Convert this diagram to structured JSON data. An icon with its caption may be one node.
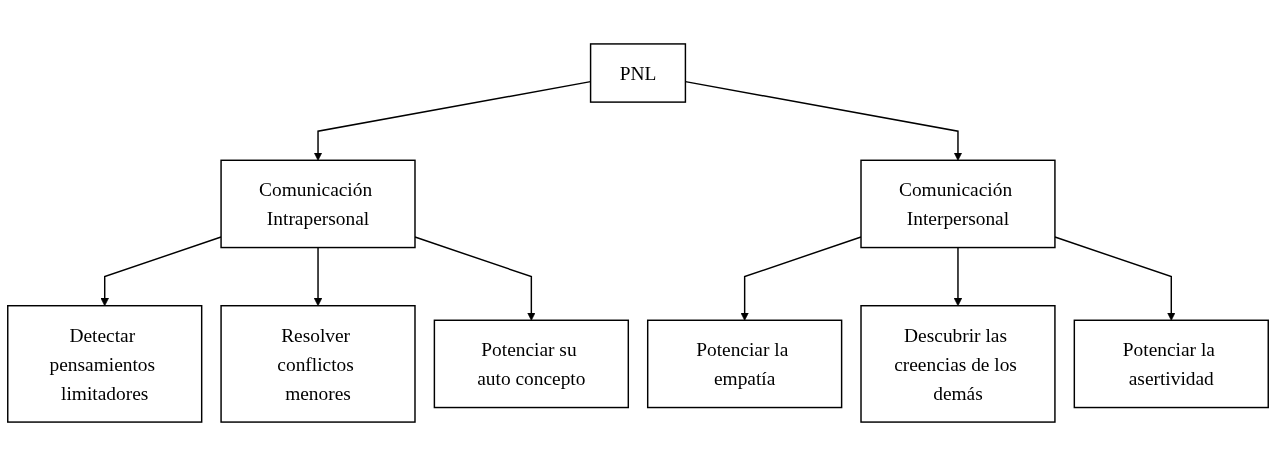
{
  "diagram": {
    "nodes": [
      {
        "text": [
          "PNL"
        ]
      },
      {
        "text": [
          "Comunicación Intrapersonal"
        ]
      },
      {
        "text": [
          "Comunicación Interpersonal"
        ]
      },
      {
        "text": [
          "Detectar pensamientos limitadores"
        ]
      },
      {
        "text": [
          "Resolver conflictos menores"
        ]
      },
      {
        "text": [
          "Potenciar su auto concepto"
        ]
      },
      {
        "text": [
          "Potenciar la empatía"
        ]
      },
      {
        "text": [
          "Descubrir las creencias de los demás"
        ]
      },
      {
        "text": [
          "Potenciar la asertividad"
        ]
      }
    ],
    "edges": [
      {
        "from": 0,
        "to": 1,
        "arrow": "to"
      },
      {
        "from": 0,
        "to": 2,
        "arrow": "to"
      },
      {
        "from": 1,
        "to": 3,
        "arrow": "to"
      },
      {
        "from": 1,
        "to": 4,
        "arrow": "to"
      },
      {
        "from": 1,
        "to": 5,
        "arrow": "to"
      },
      {
        "from": 2,
        "to": 6,
        "arrow": "to"
      },
      {
        "from": 2,
        "to": 7,
        "arrow": "to"
      },
      {
        "from": 2,
        "to": 8,
        "arrow": "to"
      }
    ]
  }
}
